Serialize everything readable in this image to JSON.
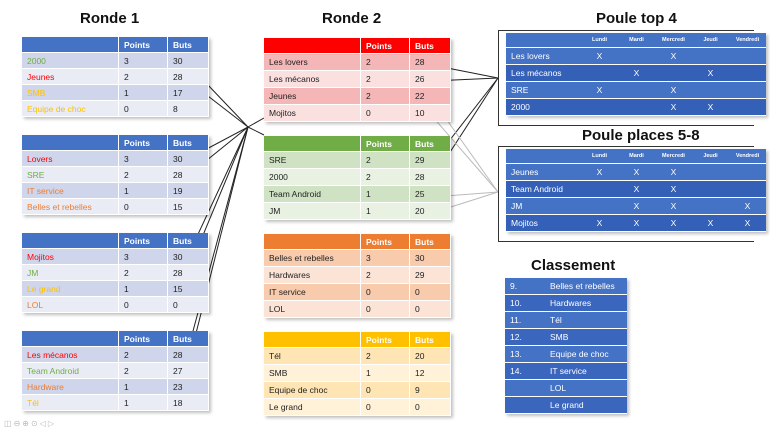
{
  "headings": {
    "r1": "Ronde 1",
    "r2": "Ronde 2",
    "top4": "Poule top 4",
    "places58": "Poule places 5-8",
    "classement": "Classement"
  },
  "cols": {
    "points": "Points",
    "buts": "Buts"
  },
  "colors": {
    "blue": "#4472c4",
    "red": "#ff0000",
    "green": "#70ad47",
    "orange": "#ed7d31",
    "yellow": "#ffc000"
  },
  "r1": [
    {
      "rows": [
        {
          "team": "2000",
          "points": "3",
          "buts": "30",
          "color": "#70ad47"
        },
        {
          "team": "Jeunes",
          "points": "2",
          "buts": "28",
          "color": "#ff0000"
        },
        {
          "team": "SMB",
          "points": "1",
          "buts": "17",
          "color": "#ffc000"
        },
        {
          "team": "Equipe de choc",
          "points": "0",
          "buts": "8",
          "color": "#ffc000"
        }
      ]
    },
    {
      "rows": [
        {
          "team": "Lovers",
          "points": "3",
          "buts": "30",
          "color": "#ff0000"
        },
        {
          "team": "SRE",
          "points": "2",
          "buts": "28",
          "color": "#70ad47"
        },
        {
          "team": "IT service",
          "points": "1",
          "buts": "19",
          "color": "#ed7d31"
        },
        {
          "team": "Belles et rebelles",
          "points": "0",
          "buts": "15",
          "color": "#ed7d31"
        }
      ]
    },
    {
      "rows": [
        {
          "team": "Mojitos",
          "points": "3",
          "buts": "30",
          "color": "#ff0000"
        },
        {
          "team": "JM",
          "points": "2",
          "buts": "28",
          "color": "#70ad47"
        },
        {
          "team": "Le grand",
          "points": "1",
          "buts": "15",
          "color": "#ffc000"
        },
        {
          "team": "LOL",
          "points": "0",
          "buts": "0",
          "color": "#ed7d31"
        }
      ]
    },
    {
      "rows": [
        {
          "team": "Les mécanos",
          "points": "2",
          "buts": "28",
          "color": "#ff0000"
        },
        {
          "team": "Team Android",
          "points": "2",
          "buts": "27",
          "color": "#70ad47"
        },
        {
          "team": "Hardware",
          "points": "1",
          "buts": "23",
          "color": "#ed7d31"
        },
        {
          "team": "Tél",
          "points": "1",
          "buts": "18",
          "color": "#ffc000"
        }
      ]
    }
  ],
  "r2": [
    {
      "head": "#ff0000",
      "a": "#f4b6b6",
      "b": "#fbe0e0",
      "rows": [
        {
          "team": "Les lovers",
          "points": "2",
          "buts": "28"
        },
        {
          "team": "Les mécanos",
          "points": "2",
          "buts": "26"
        },
        {
          "team": "Jeunes",
          "points": "2",
          "buts": "22"
        },
        {
          "team": "Mojitos",
          "points": "0",
          "buts": "10"
        }
      ]
    },
    {
      "head": "#70ad47",
      "a": "#cfe2c3",
      "b": "#e8f1e2",
      "rows": [
        {
          "team": "SRE",
          "points": "2",
          "buts": "29"
        },
        {
          "team": "2000",
          "points": "2",
          "buts": "28"
        },
        {
          "team": "Team Android",
          "points": "1",
          "buts": "25"
        },
        {
          "team": "JM",
          "points": "1",
          "buts": "20"
        }
      ]
    },
    {
      "head": "#ed7d31",
      "a": "#f8cbad",
      "b": "#fbe4d6",
      "rows": [
        {
          "team": "Belles et rebelles",
          "points": "3",
          "buts": "30"
        },
        {
          "team": "Hardwares",
          "points": "2",
          "buts": "29"
        },
        {
          "team": "IT service",
          "points": "0",
          "buts": "0"
        },
        {
          "team": "LOL",
          "points": "0",
          "buts": "0"
        }
      ]
    },
    {
      "head": "#ffc000",
      "a": "#ffe5b3",
      "b": "#fff2d9",
      "rows": [
        {
          "team": "Tél",
          "points": "2",
          "buts": "20"
        },
        {
          "team": "SMB",
          "points": "1",
          "buts": "12"
        },
        {
          "team": "Equipe de choc",
          "points": "0",
          "buts": "9"
        },
        {
          "team": "Le grand",
          "points": "0",
          "buts": "0"
        }
      ]
    }
  ],
  "days": [
    "Lundi",
    "Mardi",
    "Mercredi",
    "Jeudi",
    "Vendredi"
  ],
  "top4": [
    {
      "team": "Les lovers",
      "marks": [
        "X",
        "",
        "X",
        "",
        ""
      ]
    },
    {
      "team": "Les mécanos",
      "marks": [
        "",
        "X",
        "",
        "X",
        ""
      ]
    },
    {
      "team": "SRE",
      "marks": [
        "X",
        "",
        "X",
        "",
        ""
      ]
    },
    {
      "team": "2000",
      "marks": [
        "",
        "",
        "X",
        "X",
        ""
      ]
    }
  ],
  "places58": [
    {
      "team": "Jeunes",
      "marks": [
        "X",
        "X",
        "X",
        "",
        ""
      ]
    },
    {
      "team": "Team Android",
      "marks": [
        "",
        "X",
        "X",
        "",
        ""
      ]
    },
    {
      "team": "JM",
      "marks": [
        "",
        "X",
        "X",
        "",
        "X"
      ]
    },
    {
      "team": "Mojitos",
      "marks": [
        "X",
        "X",
        "X",
        "X",
        "X"
      ]
    }
  ],
  "classement": [
    {
      "rank": "9.",
      "team": "Belles et rebelles"
    },
    {
      "rank": "10.",
      "team": "Hardwares"
    },
    {
      "rank": "11.",
      "team": "Tél"
    },
    {
      "rank": "12.",
      "team": "SMB"
    },
    {
      "rank": "13.",
      "team": "Equipe de choc"
    },
    {
      "rank": "14.",
      "team": "IT service"
    },
    {
      "rank": "",
      "team": "LOL"
    },
    {
      "rank": "",
      "team": "Le grand"
    }
  ],
  "toolbar_icons": [
    "grid-icon",
    "minus-icon",
    "zoom-in-icon",
    "fit-icon",
    "prev-icon",
    "next-icon"
  ]
}
